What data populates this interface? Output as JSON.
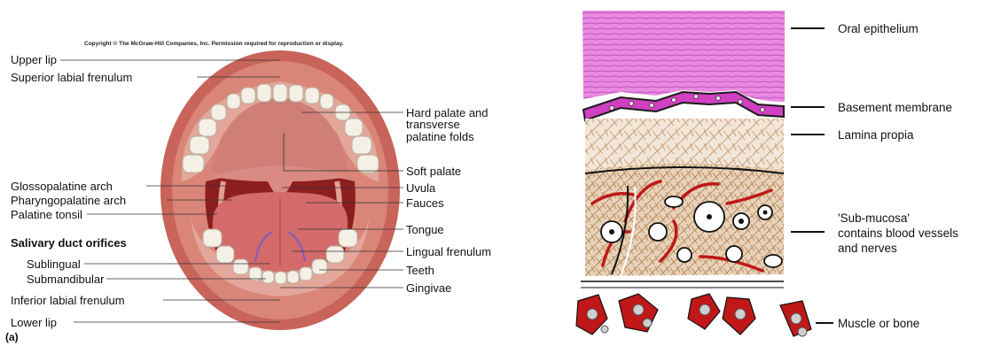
{
  "copyright": "Copyright © The McGraw-Hill Companies, Inc. Permission required for reproduction or display.",
  "panel_label": "(a)",
  "mouth_labels": {
    "upper_lip": "Upper lip",
    "superior_labial_frenulum": "Superior labial frenulum",
    "hard_palate_line1": "Hard palate and",
    "hard_palate_line2": "transverse",
    "hard_palate_line3": "palatine folds",
    "soft_palate": "Soft palate",
    "glossopalatine_arch": "Glossopalatine arch",
    "uvula": "Uvula",
    "pharyngopalatine_arch": "Pharyngopalatine arch",
    "fauces": "Fauces",
    "palatine_tonsil": "Palatine tonsil",
    "tongue": "Tongue",
    "salivary_heading": "Salivary duct orifices",
    "lingual_frenulum": "Lingual frenulum",
    "sublingual": "Sublingual",
    "teeth": "Teeth",
    "submandibular": "Submandibular",
    "gingivae": "Gingivae",
    "inferior_labial_frenulum": "Inferior labial frenulum",
    "lower_lip": "Lower lip"
  },
  "tissue_labels": {
    "oral_epithelium": "Oral epithelium",
    "basement_membrane": "Basement membrane",
    "lamina_propia": "Lamina propia",
    "submucosa_line1": "'Sub-mucosa'",
    "submucosa_line2": "contains blood vessels",
    "submucosa_line3": "and nerves",
    "muscle_or_bone": "Muscle or bone"
  },
  "colors": {
    "epithelium": "#e070d8",
    "basement": "#d040c0",
    "lamina": "#d8b896",
    "vessel": "#c01818",
    "lip": "#c8645a",
    "mouth_inner": "#8c1e1e",
    "tongue": "#d46a6a"
  }
}
